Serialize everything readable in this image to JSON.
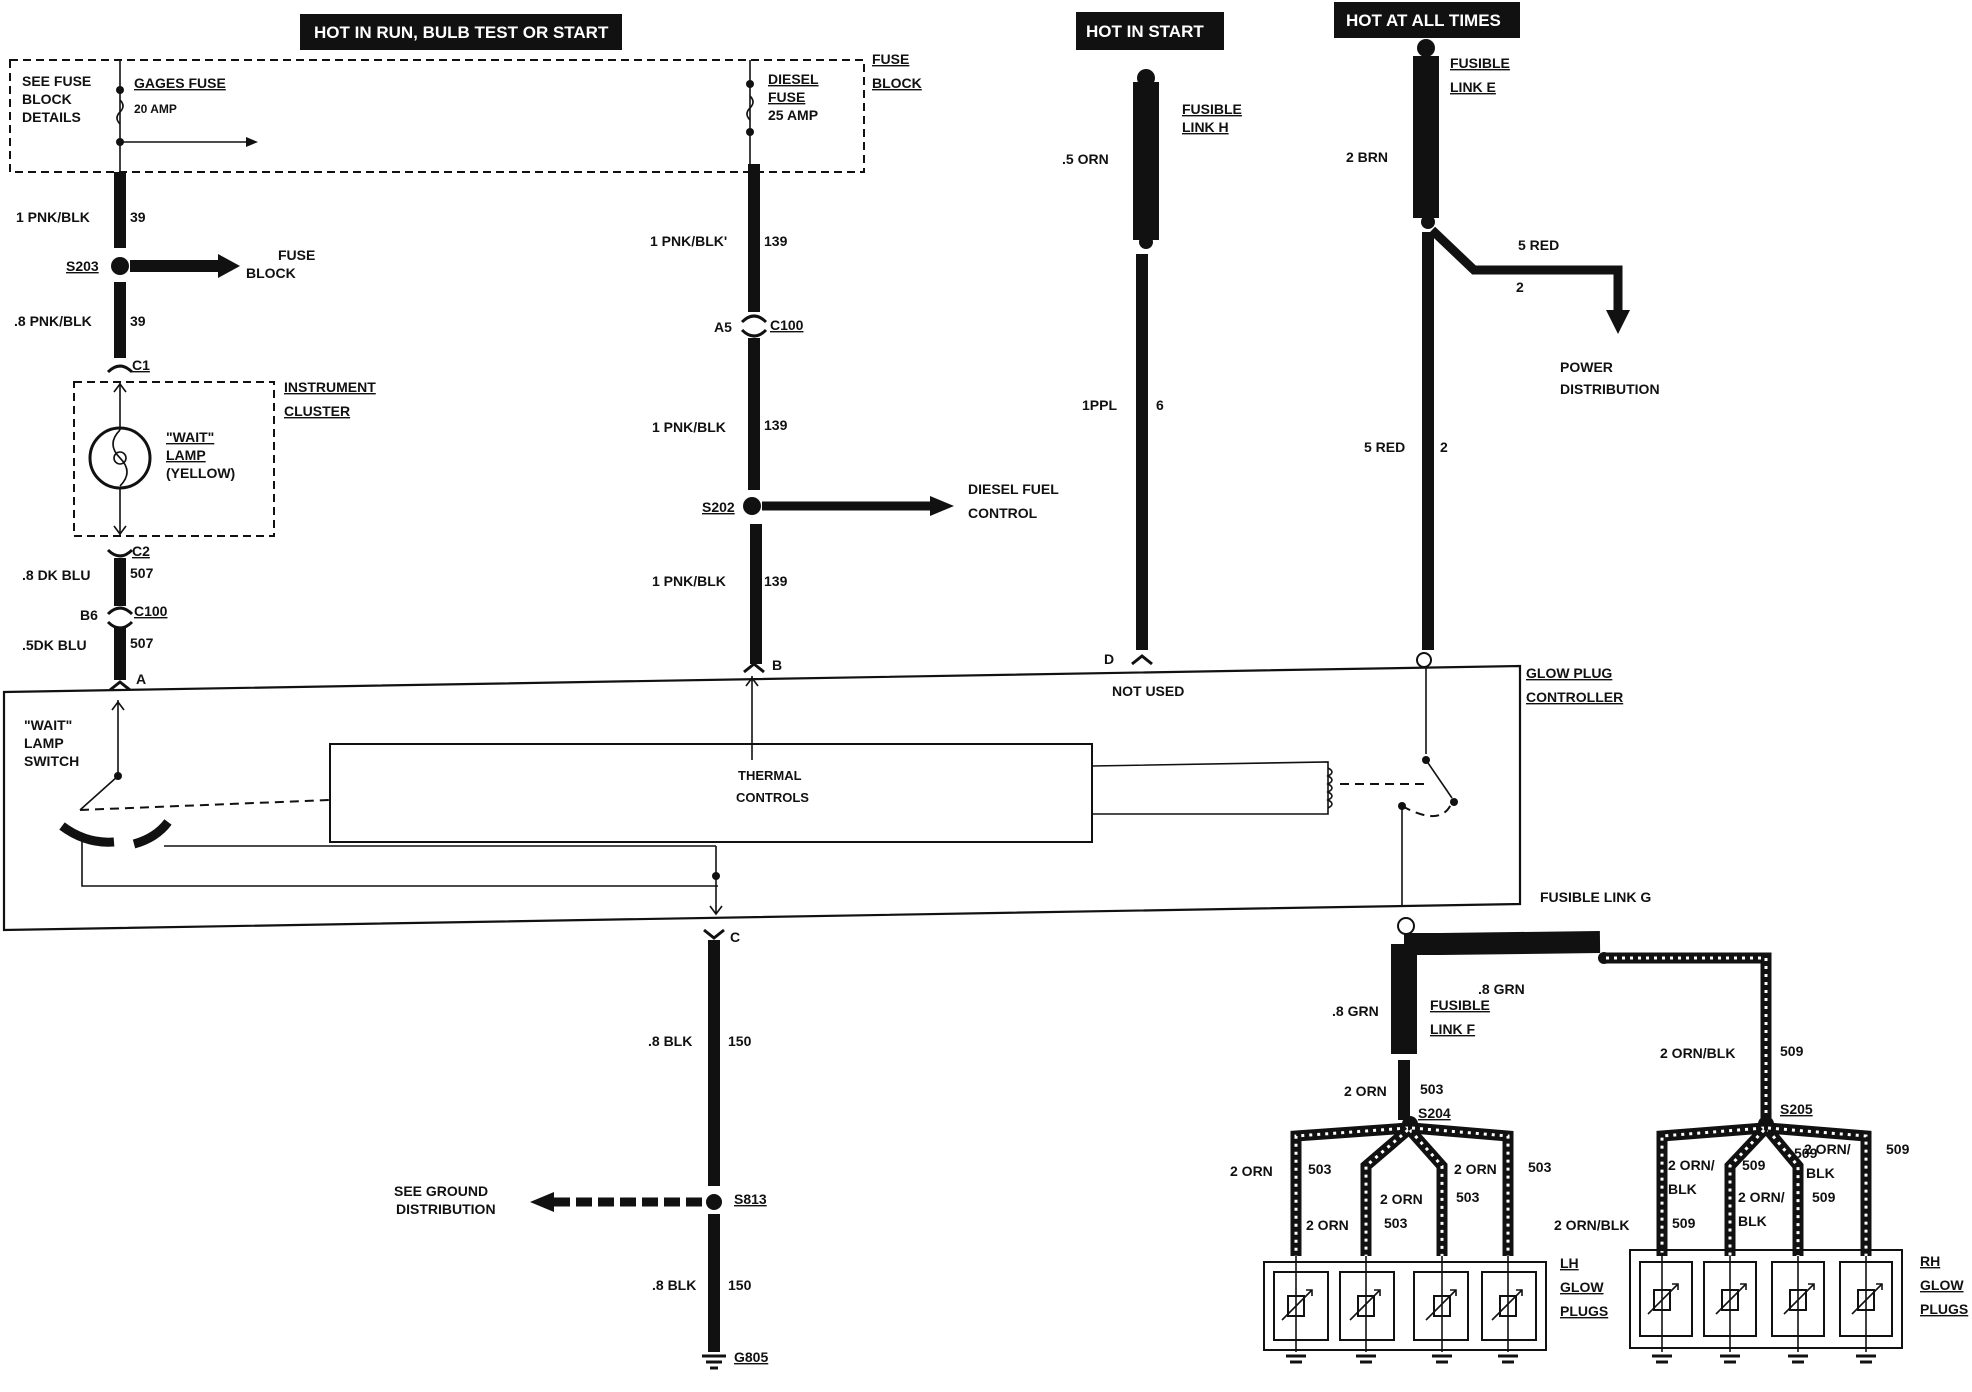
{
  "headers": {
    "run_bulb_start": "HOT IN RUN, BULB TEST OR START",
    "start": "HOT IN START",
    "all_times": "HOT AT ALL TIMES"
  },
  "fuse_block": {
    "see_details": [
      "SEE FUSE",
      "BLOCK",
      "DETAILS"
    ],
    "gages_fuse": "GAGES FUSE",
    "gages_amp": "20 AMP",
    "diesel_fuse": [
      "DIESEL",
      "FUSE"
    ],
    "diesel_amp": "25 AMP",
    "label": [
      "FUSE",
      "BLOCK"
    ]
  },
  "left_circuit": {
    "wire1": "1 PNK/BLK",
    "wire1_num": "39",
    "splice": "S203",
    "to_fuse_block": [
      "FUSE",
      "BLOCK"
    ],
    "wire2": ".8 PNK/BLK",
    "wire2_num": "39",
    "c1": "C1",
    "cluster": [
      "INSTRUMENT",
      "CLUSTER"
    ],
    "lamp": [
      "\"WAIT\"",
      "LAMP",
      "(YELLOW)"
    ],
    "c2": "C2",
    "wire3": ".8 DK BLU",
    "wire3_num": "507",
    "b6": "B6",
    "c100": "C100",
    "wire4": ".5DK BLU",
    "wire4_num": "507",
    "pin_a": "A"
  },
  "center_circuit": {
    "wire1": "1 PNK/BLK'",
    "wire1_num": "139",
    "a5": "A5",
    "c100": "C100",
    "wire2": "1 PNK/BLK",
    "wire2_num": "139",
    "splice": "S202",
    "to_diesel": [
      "DIESEL FUEL",
      "CONTROL"
    ],
    "wire3": "1 PNK/BLK",
    "wire3_num": "139",
    "pin_b": "B"
  },
  "start_circuit": {
    "wire1": ".5 ORN",
    "fusible": [
      "FUSIBLE",
      "LINK H"
    ],
    "wire2": "1PPL",
    "wire2_num": "6",
    "pin_d": "D",
    "not_used": "NOT USED"
  },
  "battery_circuit": {
    "wire1": "2 BRN",
    "fusible": [
      "FUSIBLE",
      "LINK E"
    ],
    "branch": "5 RED",
    "branch_num": "2",
    "power": [
      "POWER",
      "DISTRIBUTION"
    ],
    "wire2": "5 RED",
    "wire2_num": "2"
  },
  "controller": {
    "label": [
      "GLOW PLUG",
      "CONTROLLER"
    ],
    "wait_switch": [
      "\"WAIT\"",
      "LAMP",
      "SWITCH"
    ],
    "thermal": [
      "THERMAL",
      "CONTROLS"
    ]
  },
  "ground_circuit": {
    "pin_c": "C",
    "wire1": ".8 BLK",
    "wire1_num": "150",
    "see_ground": [
      "SEE GROUND",
      "DISTRIBUTION"
    ],
    "splice": "S813",
    "wire2": ".8 BLK",
    "wire2_num": "150",
    "ground": "G805"
  },
  "glow_plugs": {
    "fusible_g": "FUSIBLE LINK G",
    "grn_top": ".8 GRN",
    "grn_left": ".8 GRN",
    "fusible_f": [
      "FUSIBLE",
      "LINK F"
    ],
    "lh_main": "2 ORN",
    "lh_main_num": "503",
    "s204": "S204",
    "lh_labels": [
      "2 ORN",
      "503",
      "2 ORN",
      "503",
      "2 ORN",
      "503",
      "2 ORN",
      "503"
    ],
    "lh_plugs": [
      "LH",
      "GLOW",
      "PLUGS"
    ],
    "rh_main": "2 ORN/BLK",
    "rh_main_num": "509",
    "s205": "S205",
    "rh_labels": [
      "2 ORN/",
      "BLK",
      "509",
      "2 ORN/",
      "BLK",
      "509",
      "2 ORN/",
      "BLK",
      "509",
      "2 ORN/BLK",
      "509",
      "509"
    ],
    "rh_plugs": [
      "RH",
      "GLOW",
      "PLUGS"
    ]
  }
}
